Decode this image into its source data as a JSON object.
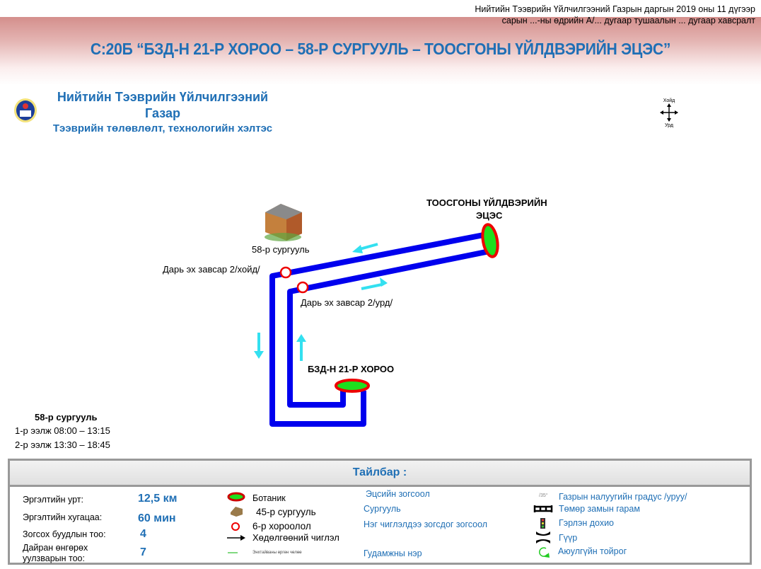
{
  "header": {
    "note_line1": "Нийтийн Тээврийн Үйлчилгээний Газрын даргын 2019 оны 11 дүгээр",
    "note_line2": "сарын ...-ны өдрийн  А/... дугаар тушаалын ... дугаар хавсралт",
    "title": "С:20Б “БЗД-Н 21-Р ХОРОО – 58-Р СУРГУУЛЬ – ТООСГОНЫ ҮЙЛДВЭРИЙН ЭЦЭС”",
    "org_line1": "Нийтийн Тээврийн Үйлчилгээний",
    "org_line2": "Газар",
    "org_line3": "Тээврийн төлөвлөлт, технологийн хэлтэс"
  },
  "compass": {
    "north": "Хойд",
    "south": "Урд"
  },
  "map": {
    "terminal_end_line1": "ТООСГОНЫ ҮЙЛДВЭРИЙН",
    "terminal_end_line2": "ЭЦЭС",
    "terminal_start": "БЗД-Н 21-Р ХОРОО",
    "school": "58-р сургууль",
    "stop_north": "Дарь эх завсар 2/хойд/",
    "stop_south": "Дарь эх завсар 2/урд/",
    "route_color": "#0000ee",
    "arrow_color": "#33e0f0"
  },
  "schedule": {
    "title": "58-р сургууль",
    "shift1": "1-р ээлж 08:00 – 13:15",
    "shift2": "2-р ээлж 13:30 – 18:45"
  },
  "legend": {
    "title": "Тайлбар :",
    "stats": [
      {
        "label": "Эргэлтийн урт:",
        "value": "12,5 км"
      },
      {
        "label": "Эргэлтийн хугацаа:",
        "value": "60 мин"
      },
      {
        "label": "Зогсох буудлын тоо:",
        "value": "4"
      },
      {
        "label": "Дайран өнгөрөх уулзварын тоо:",
        "value": "7"
      }
    ],
    "symbols": [
      "Ботаник",
      "45-р сургууль",
      "6-р хороолол",
      "Хөдөлгөөний чиглэл",
      "Энхтайваны өргөн чөлөө"
    ],
    "col3": [
      "Эцсийн зогсоол",
      "Сургууль",
      "Нэг чиглэлдээ зогсдог зогсоол",
      "Гудамжны нэр"
    ],
    "slope_badge": "/35°",
    "col4": [
      "Газрын налуугийн градус /уруу/",
      "Төмөр замын гарам",
      "Гэрлэн дохио",
      "Гүүр",
      "Аюулгүйн тойрог"
    ]
  }
}
